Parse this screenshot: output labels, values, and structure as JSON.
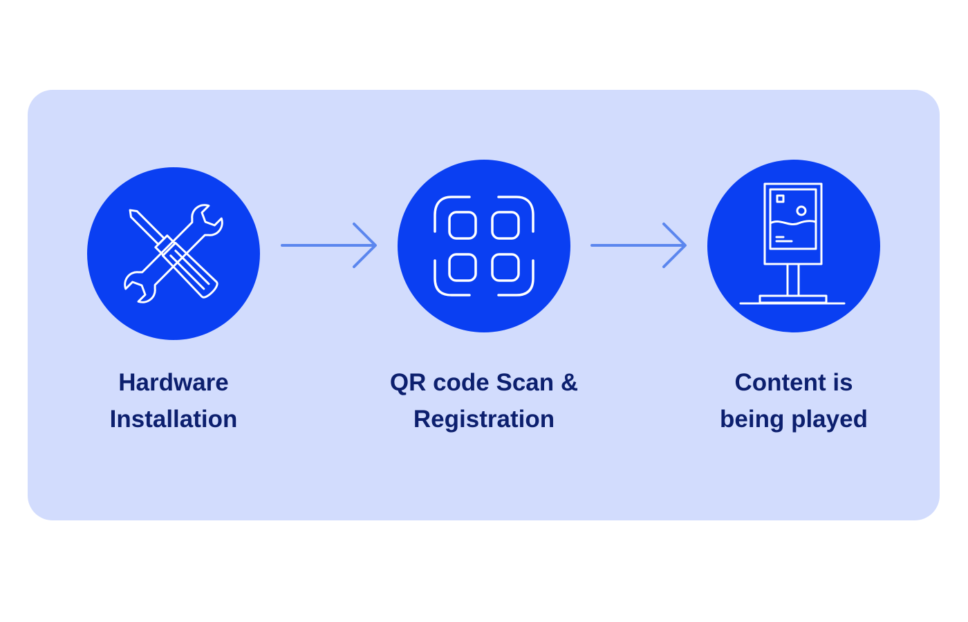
{
  "colors": {
    "panel_background": "#d2dcfd",
    "circle_fill": "#0a3ff2",
    "icon_stroke": "#ffffff",
    "arrow_stroke": "#5b86ee",
    "label_text": "#0c1f6e"
  },
  "steps": [
    {
      "icon": "tools-icon",
      "label_line1": "Hardware",
      "label_line2": "Installation"
    },
    {
      "icon": "qr-scan-icon",
      "label_line1": "QR code Scan &",
      "label_line2": "Registration"
    },
    {
      "icon": "digital-signage-icon",
      "label_line1": "Content is",
      "label_line2": "being played"
    }
  ],
  "connectors": [
    "arrow-right-icon",
    "arrow-right-icon"
  ]
}
